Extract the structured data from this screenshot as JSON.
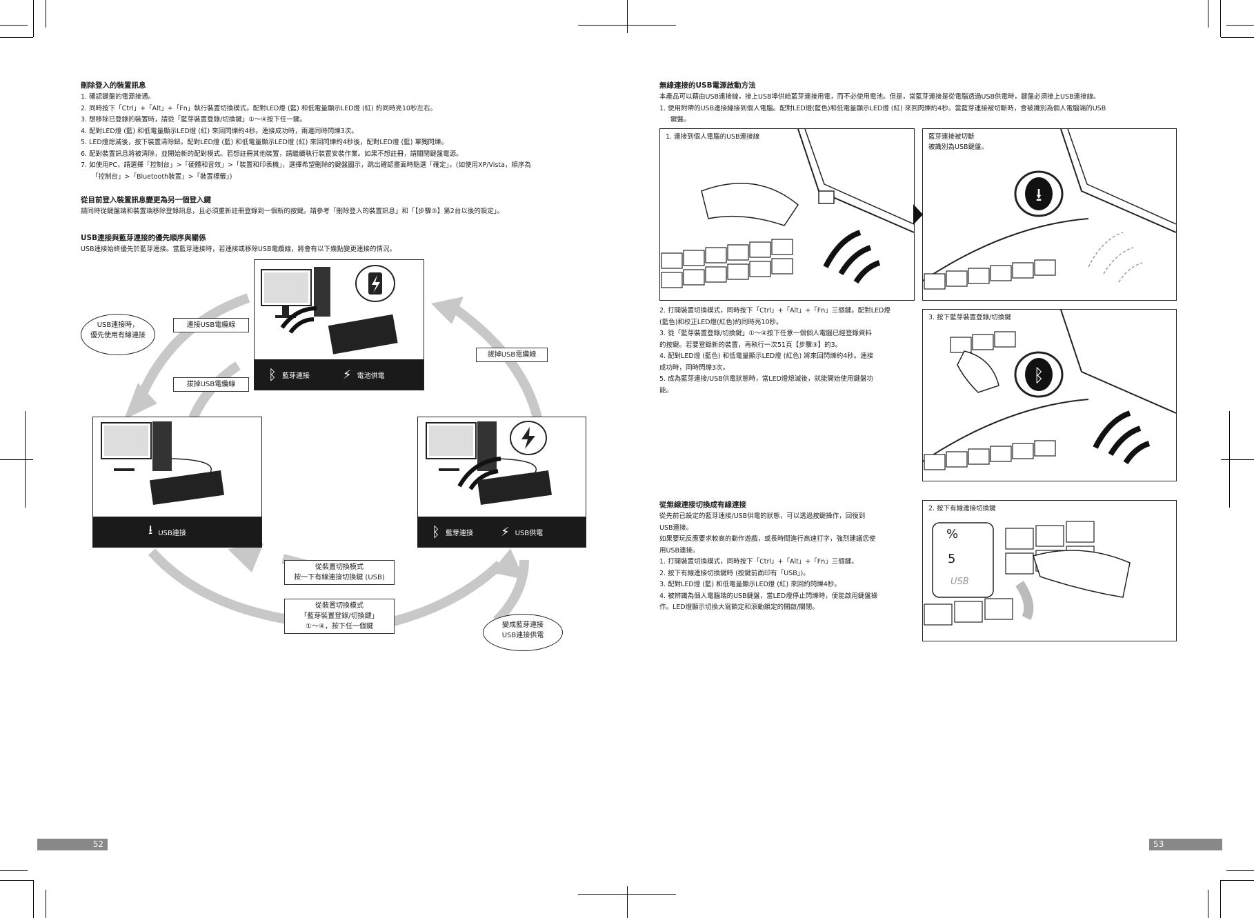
{
  "left": {
    "s1": {
      "title": "刪除登入的裝置訊息",
      "lines": [
        "1. 確認鍵盤的電源接通。",
        "2. 同時按下「Ctrl」+「Alt」+「Fn」執行裝置切換模式。配對LED燈 (藍) 和低電量顯示LED燈 (紅) 約同時亮10秒左右。",
        "3. 想移除已登錄的裝置時，請從「藍芽裝置登錄/切換鍵」①～④按下任一鍵。",
        "4. 配對LED燈 (藍) 和低電量顯示LED燈 (紅) 來回閃爍約4秒。連接成功時，兩邊同時閃爍3次。",
        "5. LED燈熄滅後，按下裝置清除鈕。配對LED燈 (藍) 和低電量顯示LED燈 (紅) 來回閃爍約4秒後，配對LED燈 (藍) 單獨閃爍。",
        "6. 配對裝置訊息將被清除，並開始新的配對模式。若想註冊其他裝置，請繼續執行裝置安裝作業。如果不想註冊，請關閉鍵盤電源。",
        "7. 如使用PC，請選擇「控制台」>「硬體和音效」>「裝置和印表機」，選擇希望刪除的鍵盤圖示，跳出確認畫面時點選「確定」。(如使用XP/Vista，順序為",
        "「控制台」>「Bluetooth裝置」>「裝置標籤」)"
      ]
    },
    "s2": {
      "title": "從目前登入裝置訊息變更為另一個登入鍵",
      "lines": [
        "請同時從鍵盤端和裝置端移除登錄訊息，且必須重新註冊登錄到一個新的按鍵。請參考「刪除登入的裝置訊息」和「【步驟③】第2台以後的設定」。"
      ]
    },
    "s3": {
      "title": "USB連接與藍芽連接的優先順序與關係",
      "lines": [
        "USB連接始終優先於藍芽連接。當藍芽連接時，若連接或移除USB電纜線，將會有以下幾點變更連接的情況。"
      ]
    },
    "diagram": {
      "bubble_usb": [
        "USB連接時，",
        "優先使用有線連接"
      ],
      "label_connect": "連接USB電纜線",
      "label_unplug_left": "拔掉USB電纜線",
      "label_unplug_right": "拔掉USB電纜線",
      "panel_top": {
        "bt": "藍芽連接",
        "power": "電池供電"
      },
      "panel_left": {
        "usb": "USB連接"
      },
      "panel_right": {
        "bt": "藍芽連接",
        "power": "USB供電"
      },
      "box1": [
        "從裝置切換模式",
        "按一下有線連接切換鍵 (USB)"
      ],
      "box2": [
        "從裝置切換模式",
        "「藍芽裝置登錄/切換鍵」",
        "①～④，按下任一個鍵"
      ],
      "bubble_bt": [
        "變成藍芽連接",
        "USB連接供電"
      ]
    },
    "page_number": "52"
  },
  "right": {
    "s1": {
      "title": "無線連接的USB電源啟動方法",
      "lines": [
        "本產品可以藉由USB連接線，接上USB埠供給藍芽連接用電，而不必使用電池。但是，當藍芽連接是從電腦透過USB供電時，鍵盤必須接上USB連接線。",
        "1. 使用附帶的USB連接線接到個人電腦。配對LED燈(藍色)和低電量顯示LED燈 (紅) 來回閃爍約4秒。當藍芽連接被切斷時，會被識別為個人電腦端的USB",
        "    鍵盤。"
      ]
    },
    "fig1": {
      "caption": "1. 連接到個人電腦的USB連接線"
    },
    "fig2": {
      "caption": [
        "藍芽連接被切斷",
        "被識別為USB鍵盤。"
      ]
    },
    "steps2": [
      "2. 打開裝置切換模式，同時按下「Ctrl」+「Alt」+「Fn」三個鍵。配對LED燈",
      "    (藍色)和校正LED燈(紅色)約同時亮10秒。",
      "3. 從「藍芽裝置登錄/切換鍵」①～④按下任意一個個人電腦已經登錄資料",
      "    的按鍵。若要登錄新的裝置，再執行一次51頁【步驟③】的3。",
      "4. 配對LED燈 (藍色) 和低電量顯示LED燈 (紅色) 將來回閃爍約4秒。連接",
      "    成功時，同時閃爍3次。",
      "5. 成為藍芽連接/USB供電狀態時，當LED燈熄滅後，就能開始使用鍵盤功",
      "    能。"
    ],
    "fig3": {
      "caption": "3. 按下藍芽裝置登錄/切換鍵"
    },
    "s2": {
      "title": "從無線連接切換成有線連接",
      "lines": [
        "從先前已設定的藍芽連接/USB供電的狀態，可以透過按鍵操作，回復到",
        "USB連接。",
        "如果要玩反應要求較高的動作遊戲，或長時間進行高速打字，強烈建議您使",
        "用USB連接。",
        "1. 打開裝置切換模式，同時按下「Ctrl」+「Alt」+「Fn」三個鍵。",
        "2. 按下有線連接切換鍵時 (按鍵前面印有「USB」)。",
        "3. 配對LED燈 (藍) 和低電量顯示LED燈 (紅) 來回約閃爍4秒。",
        "4. 被辨識為個人電腦端的USB鍵盤，當LED燈停止閃爍時，便能啟用鍵盤操",
        "    作。LED燈顯示切換大寫鎖定和滾動鎖定的開啟/關閉。"
      ]
    },
    "fig4": {
      "caption": "2. 按下有線連接切換鍵",
      "key_top": "%",
      "key_mid": "5",
      "key_front": "USB"
    },
    "page_number": "53"
  },
  "colors": {
    "bar": "#1a1a1a",
    "arrow": "#c8c8c8",
    "pagenum": "#888888"
  }
}
